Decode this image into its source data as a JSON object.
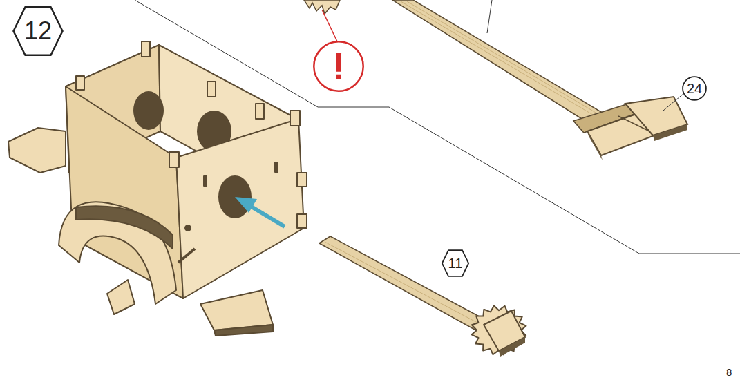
{
  "diagram": {
    "nodes": [
      {
        "text": [
          "12"
        ]
      },
      {
        "text": [
          "!"
        ]
      },
      {
        "text": [
          "24"
        ]
      },
      {
        "text": [
          "11"
        ]
      }
    ],
    "labels": [
      "8"
    ]
  }
}
